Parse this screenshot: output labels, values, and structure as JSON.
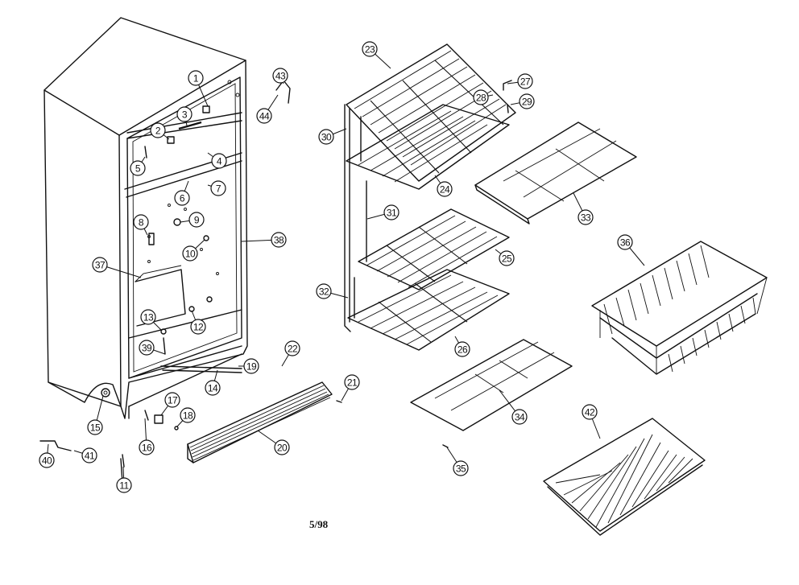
{
  "diagram": {
    "page_ref": "5/98",
    "callouts": [
      "1",
      "2",
      "3",
      "4",
      "5",
      "6",
      "7",
      "8",
      "9",
      "10",
      "11",
      "12",
      "13",
      "14",
      "15",
      "16",
      "17",
      "18",
      "19",
      "20",
      "21",
      "22",
      "23",
      "24",
      "25",
      "26",
      "27",
      "28",
      "29",
      "30",
      "31",
      "32",
      "33",
      "34",
      "35",
      "36",
      "37",
      "38",
      "39",
      "40",
      "41",
      "42",
      "43",
      "44"
    ]
  }
}
